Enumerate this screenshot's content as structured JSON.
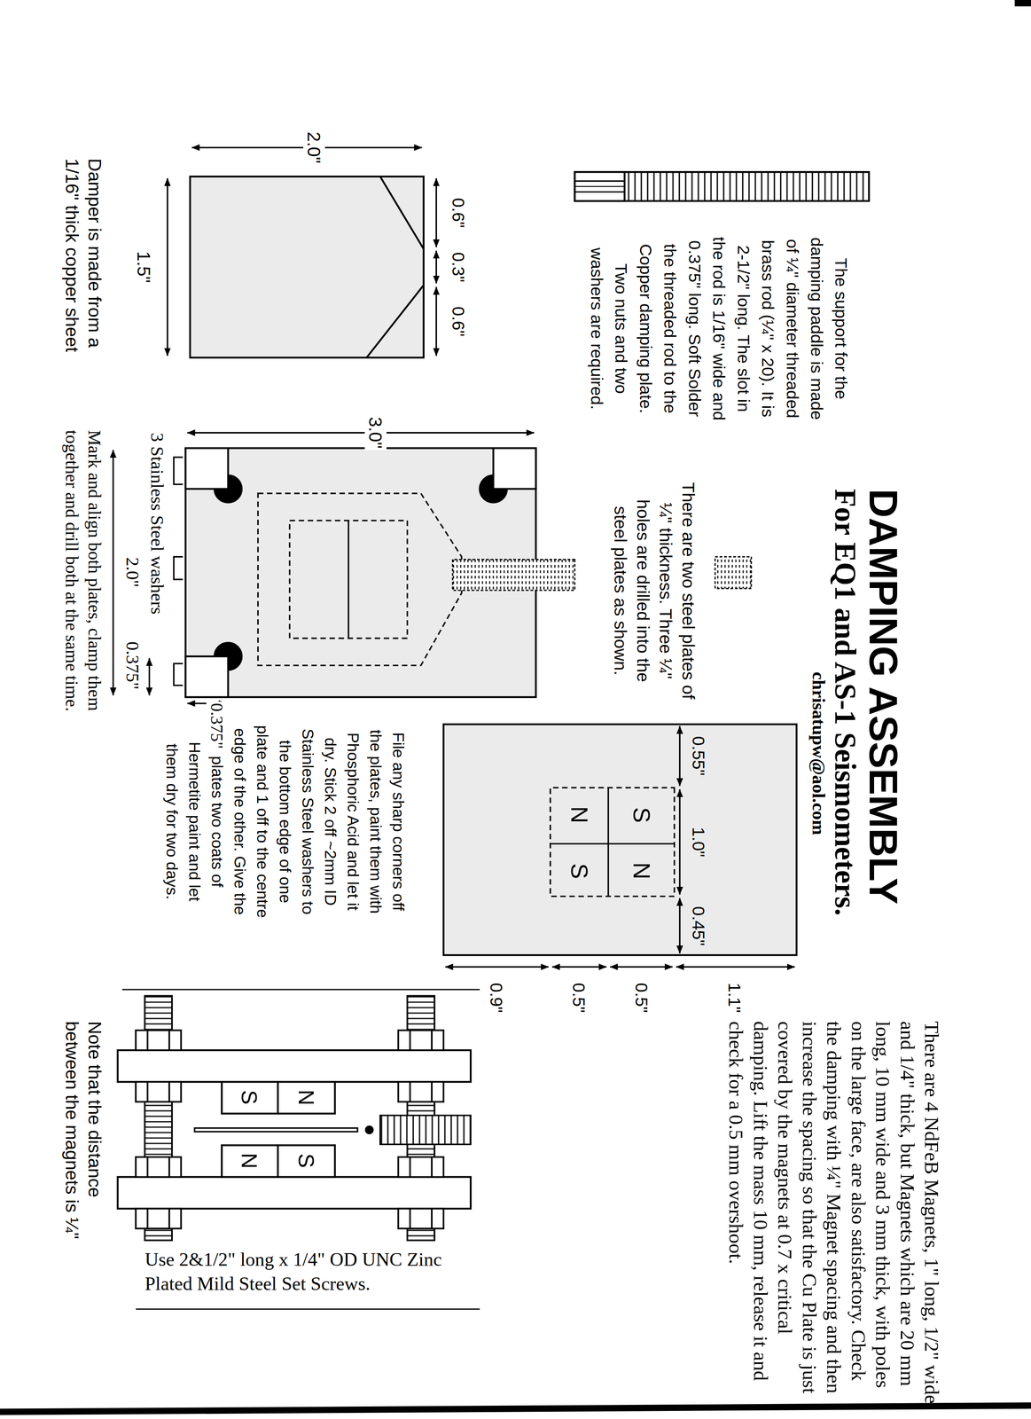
{
  "diagram": {
    "title": "DAMPING ASSEMBLY",
    "labels": [
      "For EQ1 and AS-1 Seismometers.",
      "chrisatupw@aol.com",
      "There are 4 NdFeB Magnets, 1\" long, 1/2\" wide and 1/4\" thick, but Magnets which are 20 mm long, 10 mm wide and 3 mm thick, with poles on the large face, are also satisfactory. Check the damping with ¼\" Magnet spacing and then increase the spacing so that the Cu Plate is just covered by the magnets at 0.7 x critical damping. Lift the mass 10 mm, release it and check for a 0.5 mm overshoot.",
      "1.1\"",
      "0.5\"",
      "0.5\"",
      "0.9\"",
      "0.55\"",
      "1.0\"",
      "0.45\"",
      "S",
      "N",
      "N",
      "S",
      "There are two steel plates of ¼\" thickness. Three ¼\" holes are drilled into the steel plates as shown.",
      "The support for the damping paddle is made of ¼\" diameter threaded brass rod (¼\" x 20). It is 2-1/2\" long. The slot in the rod is 1/16\" wide and 0.375\" long. Soft Solder the threaded rod to the Copper damping plate. Two nuts and two washers are required.",
      "3.0\"",
      "2.0\"",
      "0.6\"",
      "0.3\"",
      "0.6\"",
      "1.5\"",
      "Damper is made from a 1/16\" thick copper sheet",
      "File any sharp corners off the plates, paint them with Phosphoric Acid and let it dry. Stick 2 off ~2mm ID Stainless Steel washers to the bottom edge of one plate and 1 off to the centre edge of the other. Give the plates two coats of Hermetite paint and let them dry for two days.",
      "0.375\"",
      "3 Stainless Steel washers",
      "2.0\"",
      "0.375\"",
      "Mark and align both plates, clamp them together and drill both at the same time.",
      "N",
      "S",
      "S",
      "N",
      "Note that the distance between the magnets is ¼\"",
      "Use 2&1/2\" long x 1/4\" OD UNC Zinc Plated Mild Steel Set Screws."
    ]
  }
}
